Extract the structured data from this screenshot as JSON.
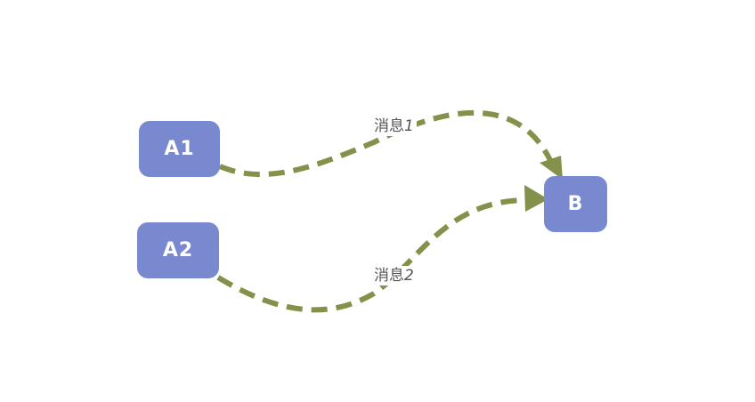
{
  "diagram": {
    "type": "flow",
    "colors": {
      "node_fill": "#7889cf",
      "node_text": "#ffffff",
      "edge": "#84914a",
      "label_text": "#555555",
      "background": "#ffffff"
    },
    "nodes": [
      {
        "id": "A1",
        "label": "A1"
      },
      {
        "id": "A2",
        "label": "A2"
      },
      {
        "id": "B",
        "label": "B"
      }
    ],
    "edges": [
      {
        "from": "A1",
        "to": "B",
        "label_text": "消息",
        "label_num": "1",
        "style": "dashed"
      },
      {
        "from": "A2",
        "to": "B",
        "label_text": "消息",
        "label_num": "2",
        "style": "dashed"
      }
    ]
  }
}
